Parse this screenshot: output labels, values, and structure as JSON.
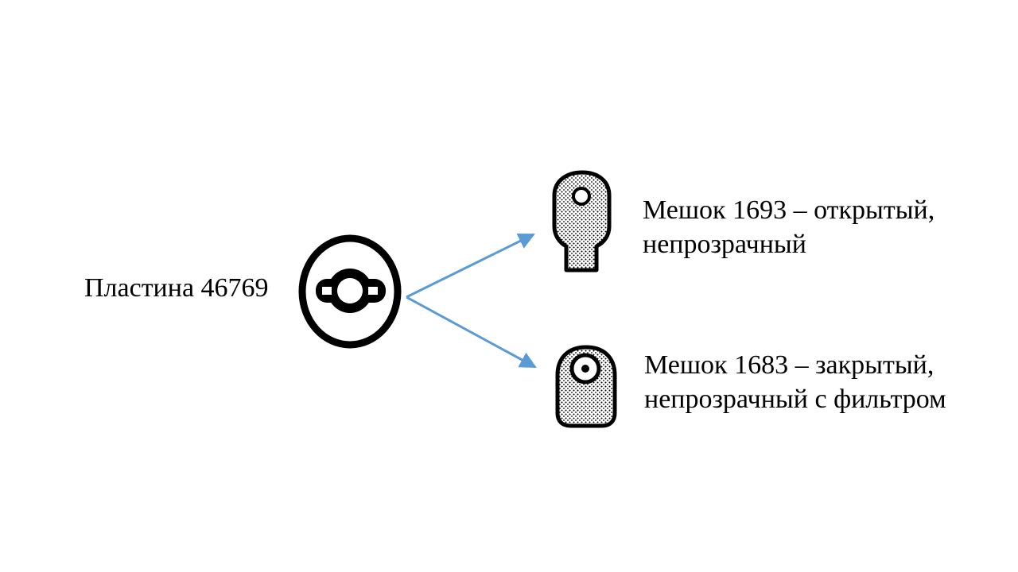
{
  "plate": {
    "label": "Пластина 46769",
    "icon": "ostomy-plate-icon"
  },
  "bags": [
    {
      "line1": "Мешок 1693 – открытый,",
      "line2": "непрозрачный",
      "icon": "open-ostomy-bag-icon"
    },
    {
      "line1": "Мешок 1683 – закрытый,",
      "line2": "непрозрачный с фильтром",
      "icon": "closed-ostomy-bag-with-filter-icon"
    }
  ],
  "colors": {
    "arrow": "#5b9bd5",
    "stroke": "#000000",
    "background": "#ffffff"
  }
}
